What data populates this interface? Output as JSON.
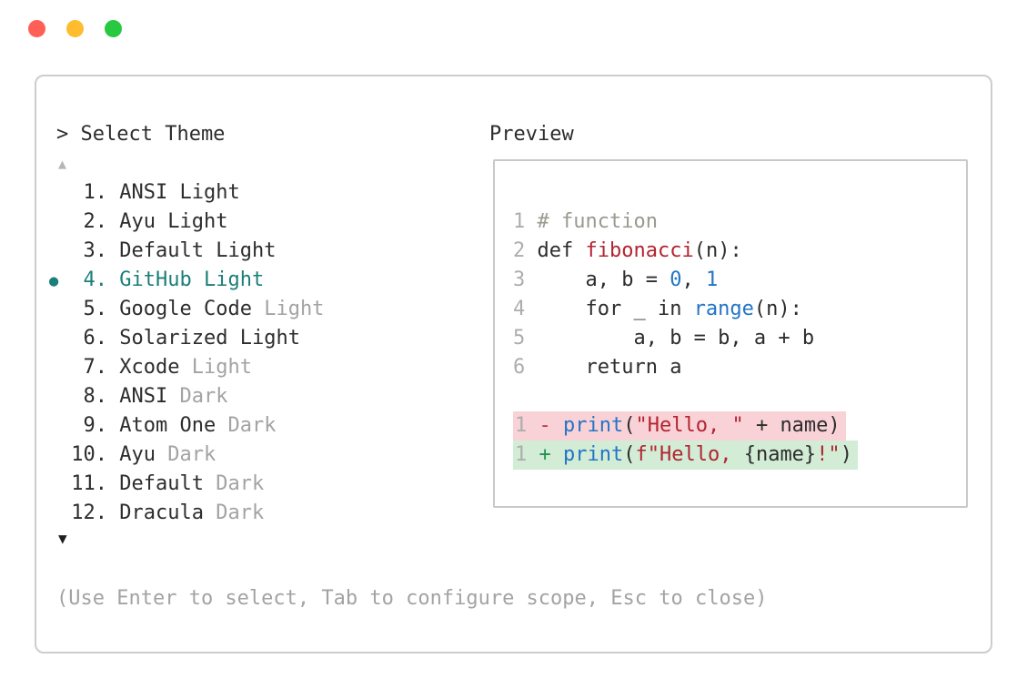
{
  "window": {
    "controls": {
      "close": "close",
      "minimize": "minimize",
      "zoom": "zoom"
    }
  },
  "theme_picker": {
    "prompt": "> Select Theme",
    "scroll_up_indicator": "▲",
    "scroll_down_indicator": "▼",
    "selected_bullet": "●",
    "items": [
      {
        "number": "1.",
        "name": "ANSI",
        "variant": "Light",
        "variant_muted": false,
        "selected": false
      },
      {
        "number": "2.",
        "name": "Ayu",
        "variant": "Light",
        "variant_muted": false,
        "selected": false
      },
      {
        "number": "3.",
        "name": "Default",
        "variant": "Light",
        "variant_muted": false,
        "selected": false
      },
      {
        "number": "4.",
        "name": "GitHub",
        "variant": "Light",
        "variant_muted": false,
        "selected": true
      },
      {
        "number": "5.",
        "name": "Google Code",
        "variant": "Light",
        "variant_muted": true,
        "selected": false
      },
      {
        "number": "6.",
        "name": "Solarized",
        "variant": "Light",
        "variant_muted": false,
        "selected": false
      },
      {
        "number": "7.",
        "name": "Xcode",
        "variant": "Light",
        "variant_muted": true,
        "selected": false
      },
      {
        "number": "8.",
        "name": "ANSI",
        "variant": "Dark",
        "variant_muted": true,
        "selected": false
      },
      {
        "number": "9.",
        "name": "Atom One",
        "variant": "Dark",
        "variant_muted": true,
        "selected": false
      },
      {
        "number": "10.",
        "name": "Ayu",
        "variant": "Dark",
        "variant_muted": true,
        "selected": false
      },
      {
        "number": "11.",
        "name": "Default",
        "variant": "Dark",
        "variant_muted": true,
        "selected": false
      },
      {
        "number": "12.",
        "name": "Dracula",
        "variant": "Dark",
        "variant_muted": true,
        "selected": false
      }
    ]
  },
  "preview": {
    "label": "Preview",
    "code_lines": [
      {
        "num": "1",
        "segments": [
          {
            "t": "# function",
            "c": "comment"
          }
        ]
      },
      {
        "num": "2",
        "segments": [
          {
            "t": "def ",
            "c": "default"
          },
          {
            "t": "fibonacci",
            "c": "red"
          },
          {
            "t": "(n):",
            "c": "default"
          }
        ]
      },
      {
        "num": "3",
        "segments": [
          {
            "t": "    a, b = ",
            "c": "default"
          },
          {
            "t": "0",
            "c": "blue"
          },
          {
            "t": ", ",
            "c": "default"
          },
          {
            "t": "1",
            "c": "blue"
          }
        ]
      },
      {
        "num": "4",
        "segments": [
          {
            "t": "    for _ in ",
            "c": "default"
          },
          {
            "t": "range",
            "c": "blue"
          },
          {
            "t": "(n):",
            "c": "default"
          }
        ]
      },
      {
        "num": "5",
        "segments": [
          {
            "t": "        a, b = b, a + b",
            "c": "default"
          }
        ]
      },
      {
        "num": "6",
        "segments": [
          {
            "t": "    return a",
            "c": "default"
          }
        ]
      }
    ],
    "diff_lines": [
      {
        "num": "1",
        "marker": "-",
        "type": "removed",
        "segments": [
          {
            "t": "print",
            "c": "blue"
          },
          {
            "t": "(",
            "c": "default"
          },
          {
            "t": "\"Hello, \"",
            "c": "red"
          },
          {
            "t": " + name)",
            "c": "default"
          }
        ]
      },
      {
        "num": "1",
        "marker": "+",
        "type": "added",
        "segments": [
          {
            "t": "print",
            "c": "blue"
          },
          {
            "t": "(",
            "c": "default"
          },
          {
            "t": "f\"Hello, ",
            "c": "red"
          },
          {
            "t": "{name}",
            "c": "default"
          },
          {
            "t": "!\"",
            "c": "red"
          },
          {
            "t": ")",
            "c": "default"
          }
        ]
      }
    ]
  },
  "footer": {
    "help_text": "(Use Enter to select, Tab to configure scope, Esc to close)"
  },
  "colors": {
    "selected_accent": "#1a7f78",
    "text_primary": "#2d2d2d",
    "text_muted": "#a3a3a3",
    "scroll_up": "#b6b6b6",
    "border": "#cdcdcd",
    "traffic_red": "#ff5f57",
    "traffic_yellow": "#febc2e",
    "traffic_green": "#28c840",
    "line_number": "#adadad",
    "tok_comment": "#9a9a90",
    "tok_red": "#b32430",
    "tok_blue": "#2375c5",
    "tok_default": "#2d2d2d",
    "diff_removed_bg": "#f9d2d7",
    "diff_added_bg": "#d2ecd6",
    "diff_removed_marker": "#c13540",
    "diff_added_marker": "#23924d"
  }
}
